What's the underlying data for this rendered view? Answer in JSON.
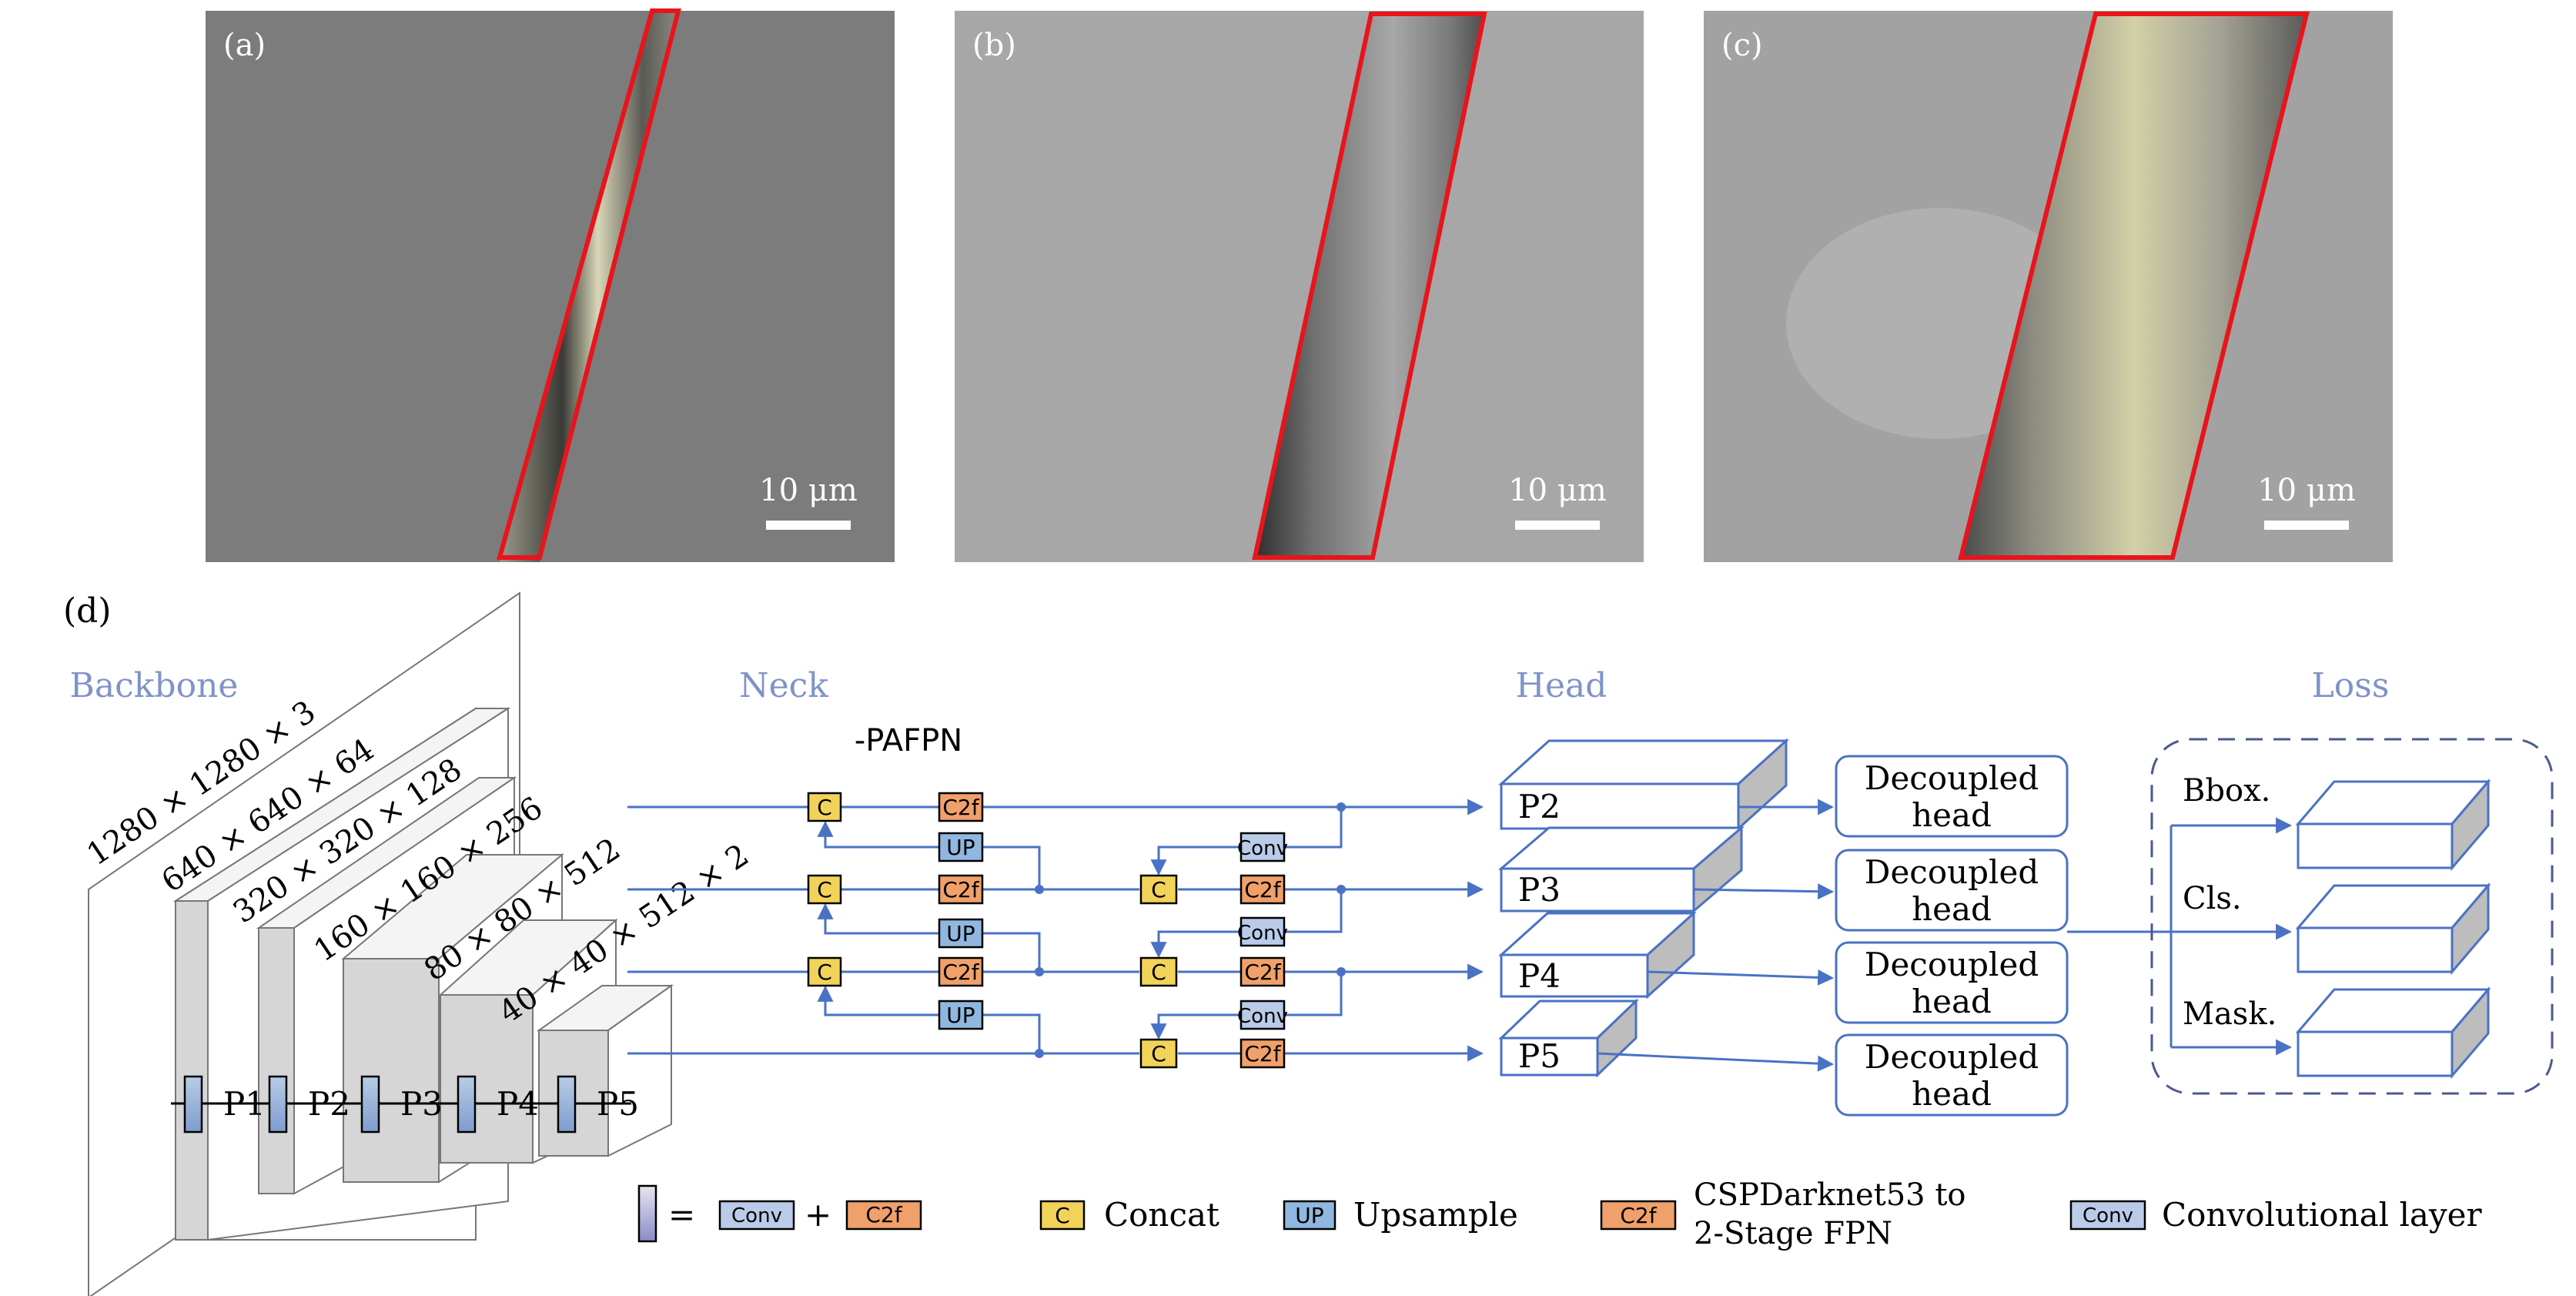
{
  "panels": {
    "a": {
      "label": "(a)",
      "scalebar": "10 μm"
    },
    "b": {
      "label": "(b)",
      "scalebar": "10 μm"
    },
    "c": {
      "label": "(c)",
      "scalebar": "10 μm"
    },
    "d": {
      "label": "(d)"
    }
  },
  "sections": {
    "backbone": "Backbone",
    "neck": "Neck",
    "head": "Head",
    "loss": "Loss"
  },
  "neck_subtitle": "-PAFPN",
  "backbone": {
    "dims": [
      "1280 × 1280 × 3",
      "640 × 640 × 64",
      "320 × 320 × 128",
      "160 × 160 × 256",
      "80 × 80 × 512",
      "40 × 40 × 512 × 2"
    ],
    "stages": [
      "P1",
      "P2",
      "P3",
      "P4",
      "P5"
    ]
  },
  "blocks": {
    "concat": "C",
    "c2f": "C2f",
    "upsample": "UP",
    "conv": "Conv"
  },
  "head_levels": [
    "P2",
    "P3",
    "P4",
    "P5"
  ],
  "decoupled_head": {
    "line1": "Decoupled",
    "line2": "head"
  },
  "loss_items": [
    "Bbox.",
    "Cls.",
    "Mask."
  ],
  "legend": {
    "equals": "=",
    "plus": "+",
    "concat": "Concat",
    "upsample": "Upsample",
    "c2f_line1": "CSPDarknet53 to",
    "c2f_line2": "2-Stage FPN",
    "conv": "Convolutional layer"
  },
  "colors": {
    "accent": "#4a72c4",
    "section": "#7f93c8",
    "concat_fill": "#f2d35a",
    "c2f_fill": "#f0a06a",
    "up_fill": "#8fb7df",
    "conv_fill": "#b9cbe8",
    "bbox_red": "#e8141c"
  }
}
